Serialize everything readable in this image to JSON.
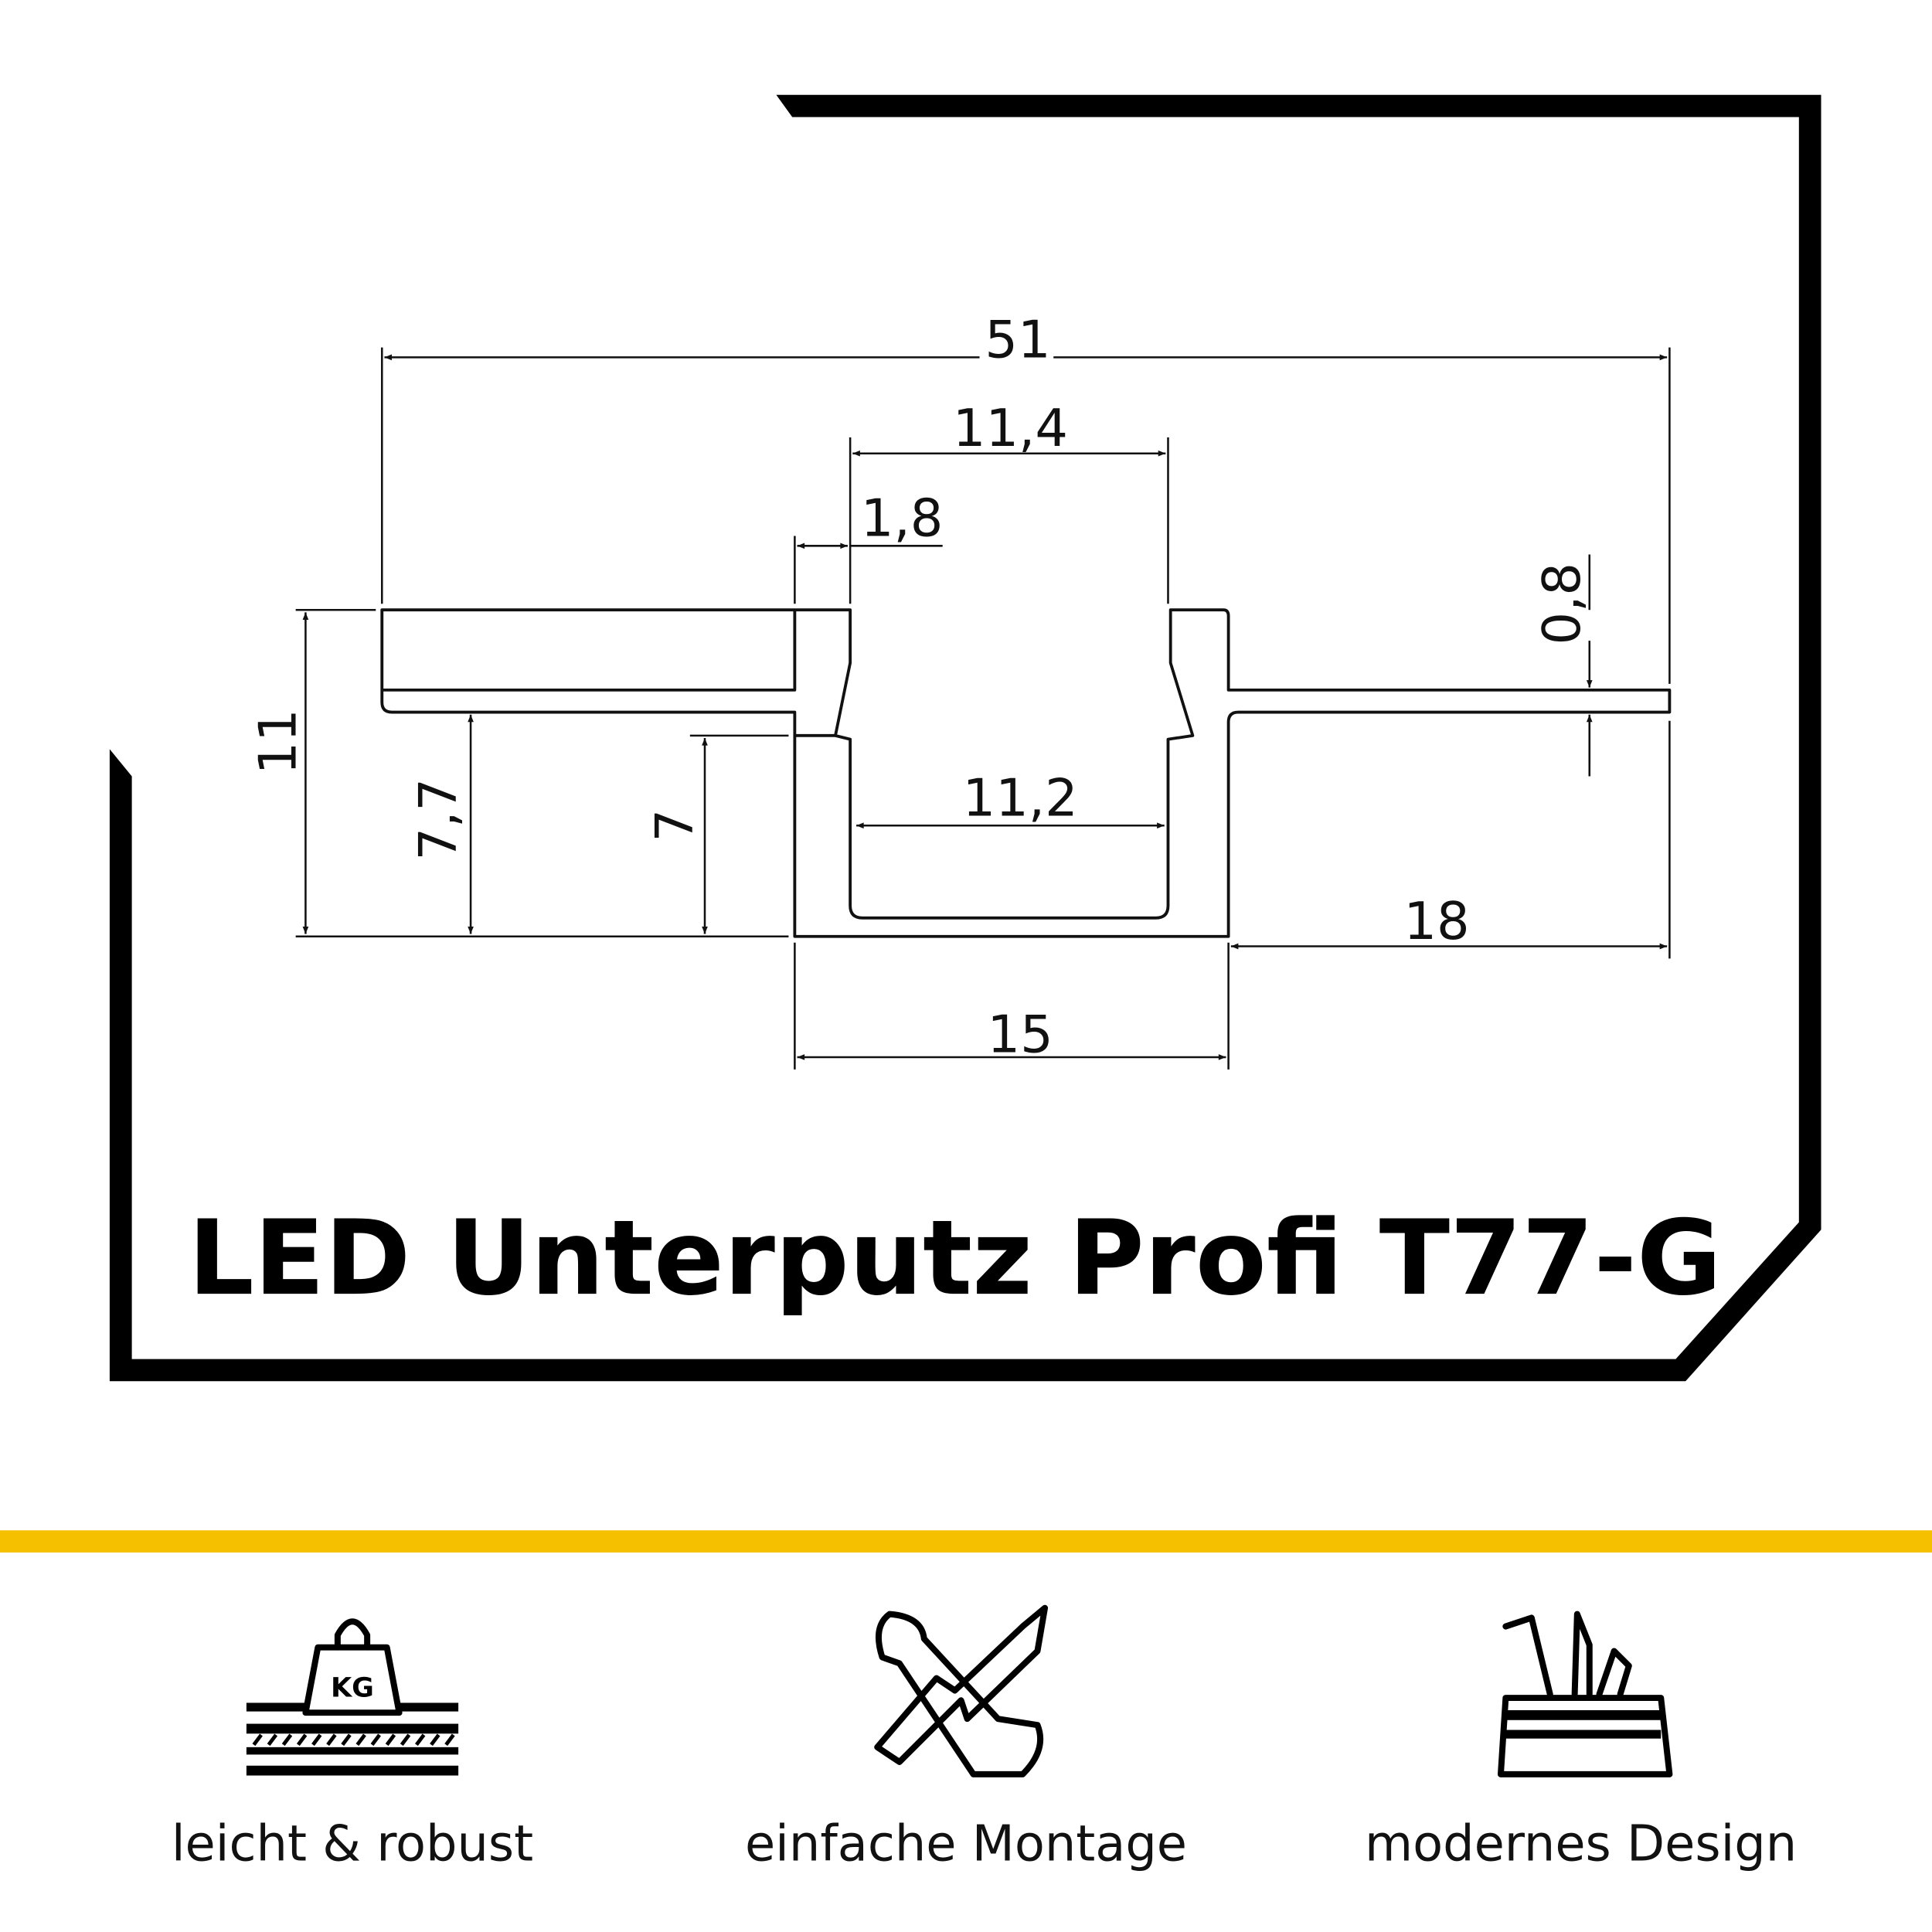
{
  "title": "LED Unterputz Profi T77-G",
  "accent_color": "#f5c000",
  "dimensions": {
    "total_width": "51",
    "top_opening": "11,4",
    "wall": "1,8",
    "flange_thickness": "0,8",
    "height": "11",
    "depth_left": "7,7",
    "channel_depth": "7",
    "inner_width": "11,2",
    "right_flange": "18",
    "channel_width": "15"
  },
  "features": [
    {
      "icon": "weight-kg-icon",
      "label": "leicht & robust"
    },
    {
      "icon": "wrench-screwdriver-icon",
      "label": "einfache Montage"
    },
    {
      "icon": "pencil-pouch-icon",
      "label": "modernes Design"
    }
  ]
}
